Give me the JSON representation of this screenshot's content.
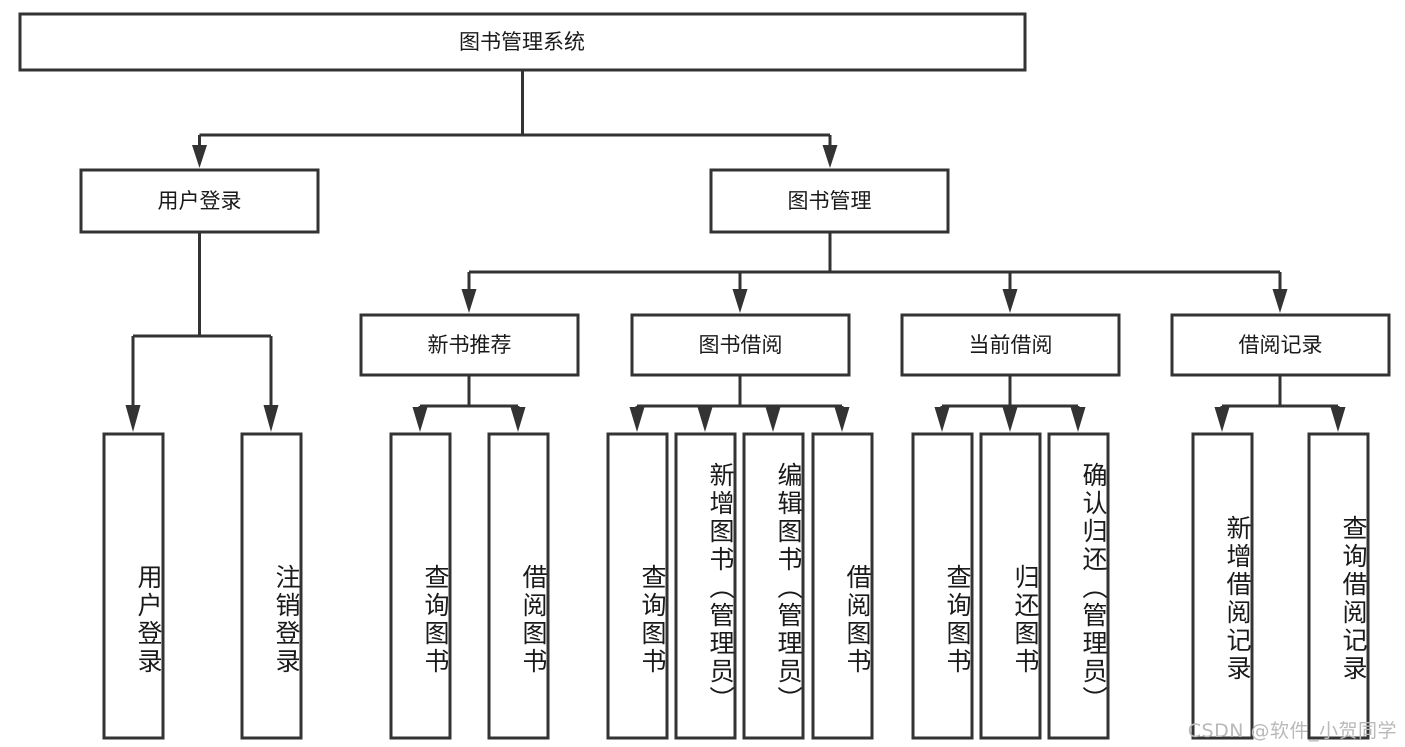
{
  "diagram": {
    "type": "tree",
    "title": "图书管理系统",
    "orientation": "top-down",
    "colors": {
      "box_fill": "#ffffff",
      "box_stroke": "#333333",
      "text": "#1a1a1a",
      "watermark": "#b9b9b9",
      "background": "#ffffff"
    },
    "root": {
      "label": "图书管理系统",
      "text_direction": "horizontal"
    },
    "level2": [
      {
        "label": "用户登录",
        "text_direction": "horizontal"
      },
      {
        "label": "图书管理",
        "text_direction": "horizontal"
      }
    ],
    "level3": [
      {
        "label": "新书推荐",
        "text_direction": "horizontal"
      },
      {
        "label": "图书借阅",
        "text_direction": "horizontal"
      },
      {
        "label": "当前借阅",
        "text_direction": "horizontal"
      },
      {
        "label": "借阅记录",
        "text_direction": "horizontal"
      }
    ],
    "leaves": [
      {
        "label": "用户登录",
        "text_direction": "vertical",
        "parent": "用户登录"
      },
      {
        "label": "注销登录",
        "text_direction": "vertical",
        "parent": "用户登录"
      },
      {
        "label": "查询图书",
        "text_direction": "vertical",
        "parent": "新书推荐"
      },
      {
        "label": "借阅图书",
        "text_direction": "vertical",
        "parent": "新书推荐"
      },
      {
        "label": "查询图书",
        "text_direction": "vertical",
        "parent": "图书借阅"
      },
      {
        "label": "新增图书（管理员）",
        "text_direction": "vertical",
        "parent": "图书借阅"
      },
      {
        "label": "编辑图书（管理员）",
        "text_direction": "vertical",
        "parent": "图书借阅"
      },
      {
        "label": "借阅图书",
        "text_direction": "vertical",
        "parent": "图书借阅"
      },
      {
        "label": "查询图书",
        "text_direction": "vertical",
        "parent": "当前借阅"
      },
      {
        "label": "归还图书",
        "text_direction": "vertical",
        "parent": "当前借阅"
      },
      {
        "label": "确认归还（管理员）",
        "text_direction": "vertical",
        "parent": "当前借阅"
      },
      {
        "label": "新增借阅记录",
        "text_direction": "vertical",
        "parent": "借阅记录"
      },
      {
        "label": "查询借阅记录",
        "text_direction": "vertical",
        "parent": "借阅记录"
      }
    ]
  },
  "watermark": {
    "text": "CSDN @软件_小贺同学"
  }
}
